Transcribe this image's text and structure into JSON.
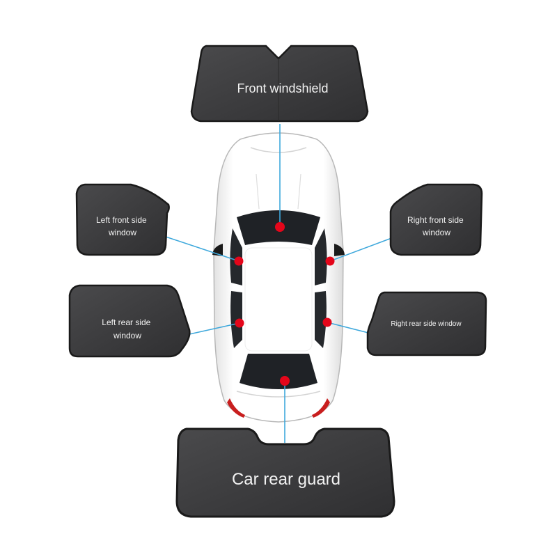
{
  "colors": {
    "shade_fill": "#3c3c3e",
    "shade_border": "#1a1a1a",
    "connector_line": "#3ea8dc",
    "marker_dot": "#e4061a",
    "car_body": "#f6f6f6",
    "car_glass": "#1f2226",
    "tail_light": "#c81e1e"
  },
  "labels": {
    "front_windshield": "Front windshield",
    "left_front_side_window": [
      "Left front side",
      "window"
    ],
    "right_front_side_window": [
      "Right front side",
      "window"
    ],
    "left_rear_side_window": [
      "Left rear side",
      "window"
    ],
    "right_rear_side_window": "Right rear side window",
    "car_rear_guard": "Car rear guard"
  },
  "icons": {
    "car": "car-top-view-icon",
    "marker": "red-dot-marker-icon"
  }
}
